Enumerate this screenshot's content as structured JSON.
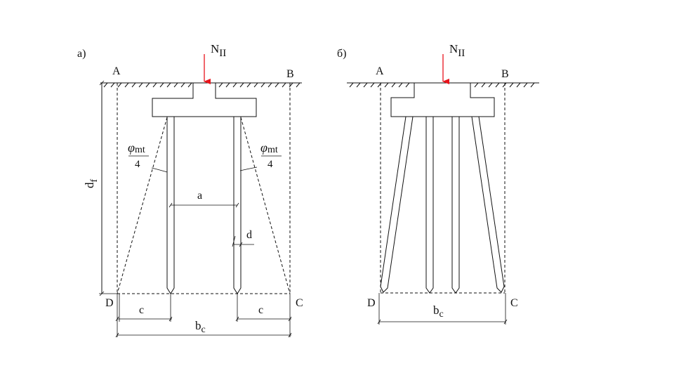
{
  "diagram_a": {
    "panel_label": "а)",
    "load_label": "N",
    "load_sub": "II",
    "corner_a": "A",
    "corner_b": "B",
    "corner_c": "C",
    "corner_d": "D",
    "depth_label": "d",
    "depth_sub": "f",
    "angle_num": "φ",
    "angle_num_sub": "mt",
    "angle_den": "4",
    "spacing_label": "a",
    "diameter_label": "d",
    "offset_label": "c",
    "width_label": "b",
    "width_sub": "c"
  },
  "diagram_b": {
    "panel_label": "б)",
    "load_label": "N",
    "load_sub": "II",
    "corner_a": "A",
    "corner_b": "B",
    "corner_c": "C",
    "corner_d": "D",
    "width_label": "b",
    "width_sub": "c"
  },
  "colors": {
    "load_arrow": "#e8141c",
    "lines": "#111111"
  }
}
